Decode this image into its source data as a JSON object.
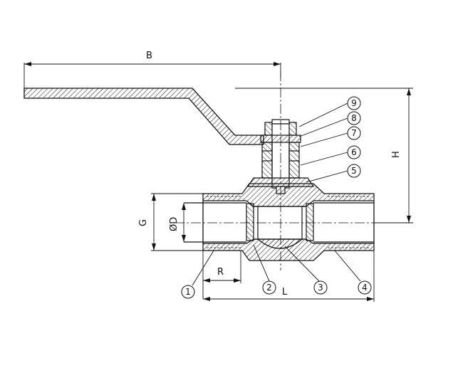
{
  "dimensions": {
    "B": "B",
    "H": "H",
    "G": "G",
    "D": "ØD",
    "R": "R",
    "L": "L"
  },
  "callouts": [
    {
      "id": "callout-1",
      "label": "1"
    },
    {
      "id": "callout-2",
      "label": "2"
    },
    {
      "id": "callout-3",
      "label": "3"
    },
    {
      "id": "callout-4",
      "label": "4"
    },
    {
      "id": "callout-5",
      "label": "5"
    },
    {
      "id": "callout-6",
      "label": "6"
    },
    {
      "id": "callout-7",
      "label": "7"
    },
    {
      "id": "callout-8",
      "label": "8"
    },
    {
      "id": "callout-9",
      "label": "9"
    }
  ],
  "colors": {
    "line": "#111111",
    "background": "#ffffff"
  }
}
